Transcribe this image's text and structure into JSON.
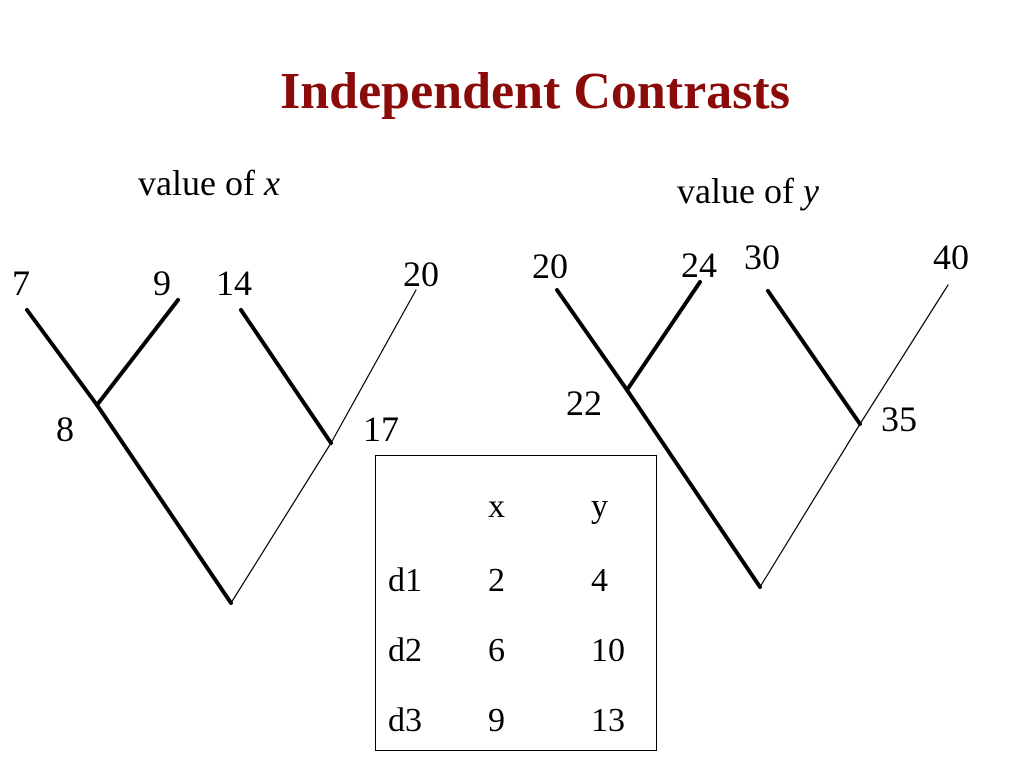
{
  "title": "Independent Contrasts",
  "x_panel": {
    "label_prefix": "value of ",
    "label_var": "x",
    "tips": [
      "7",
      "9",
      "14",
      "20"
    ],
    "nodes": [
      "8",
      "17"
    ]
  },
  "y_panel": {
    "label_prefix": "value of ",
    "label_var": "y",
    "tips": [
      "20",
      "24",
      "30",
      "40"
    ],
    "nodes": [
      "22",
      "35"
    ]
  },
  "table": {
    "headers": [
      "",
      "x",
      "y"
    ],
    "rows": [
      {
        "label": "d1",
        "x": "2",
        "y": "4"
      },
      {
        "label": "d2",
        "x": "6",
        "y": "10"
      },
      {
        "label": "d3",
        "x": "9",
        "y": "13"
      }
    ]
  }
}
